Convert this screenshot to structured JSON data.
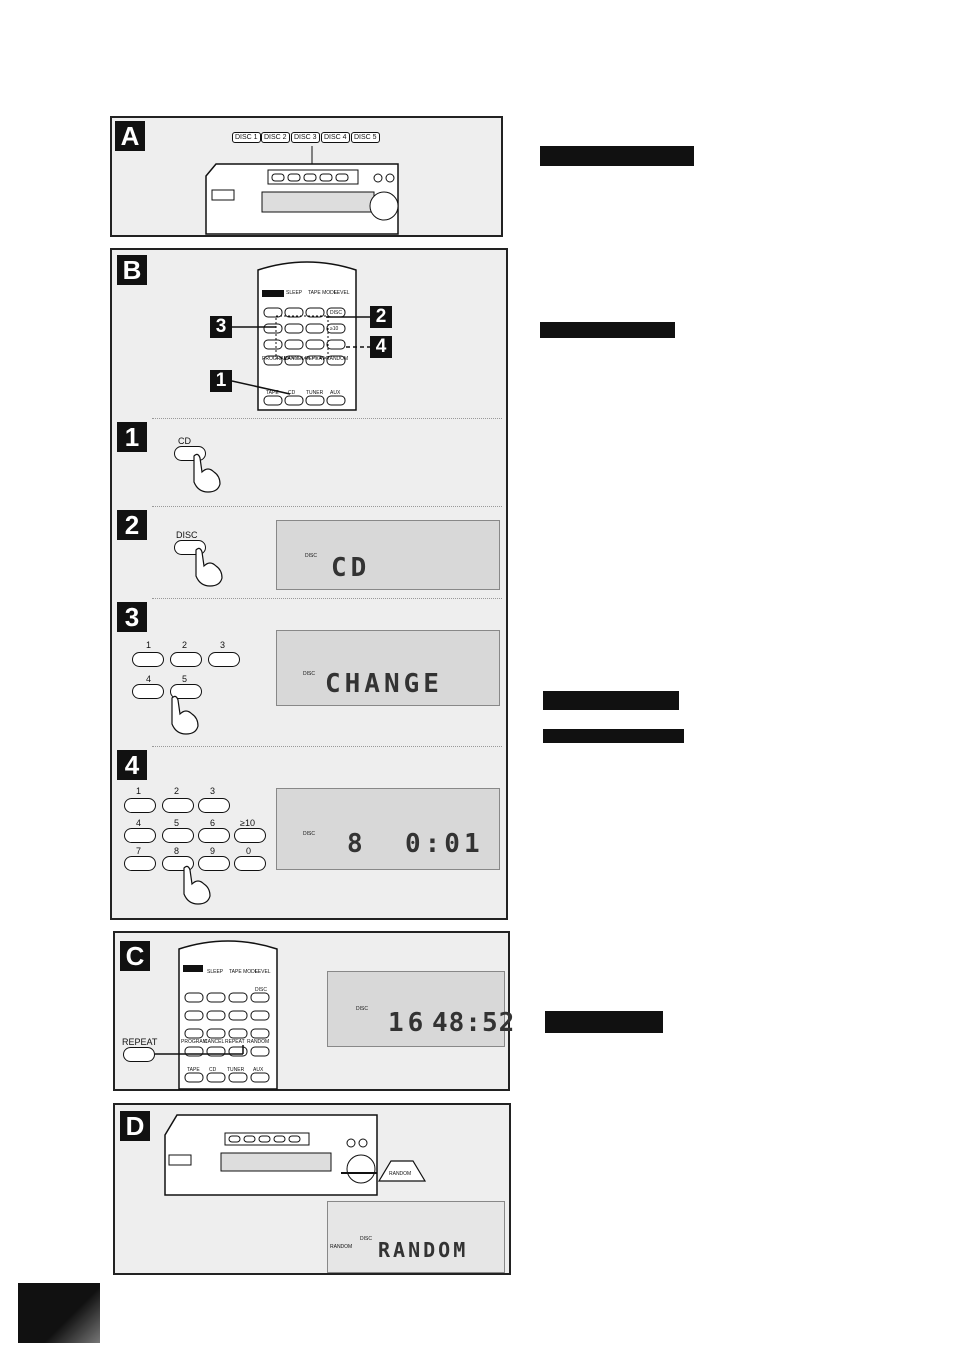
{
  "panels": {
    "a": {
      "badge": "A",
      "disc_buttons": [
        "DISC 1",
        "DISC 2",
        "DISC 3",
        "DISC 4",
        "DISC 5"
      ]
    },
    "b": {
      "badge": "B",
      "remote_top_labels": [
        "SLEEP",
        "TAPE MODE",
        "LEVEL"
      ],
      "remote_labels": [
        "DISC",
        "≥10",
        "PROGRAM",
        "CANCEL",
        "REPEAT",
        "RANDOM",
        "TAPE",
        "CD",
        "TUNER",
        "AUX"
      ],
      "callouts": [
        "3",
        "2",
        "4",
        "1"
      ]
    },
    "step1": {
      "badge": "1",
      "button_label": "CD"
    },
    "step2": {
      "badge": "2",
      "button_label": "DISC",
      "lcd_disc": "DISC",
      "lcd_text": "CD"
    },
    "step3": {
      "badge": "3",
      "keys": [
        "1",
        "2",
        "3",
        "4",
        "5"
      ],
      "lcd_disc": "DISC",
      "lcd_text": "CHANGE"
    },
    "step4": {
      "badge": "4",
      "keys": [
        "1",
        "2",
        "3",
        "4",
        "5",
        "6",
        "≥10",
        "7",
        "8",
        "9",
        "0"
      ],
      "lcd_disc": "DISC",
      "lcd_track": "8",
      "lcd_time": "0:01"
    },
    "c": {
      "badge": "C",
      "repeat_label": "REPEAT",
      "lcd_disc": "DISC",
      "lcd_track": "16",
      "lcd_time": "48:52",
      "remote_labels": [
        "SLEEP",
        "TAPE MODE",
        "LEVEL",
        "DISC",
        "PROGRAM",
        "CANCEL",
        "REPEAT",
        "RANDOM",
        "TAPE",
        "CD",
        "TUNER",
        "AUX"
      ]
    },
    "d": {
      "badge": "D",
      "random_button": "RANDOM",
      "lcd_random": "RANDOM",
      "lcd_disc": "DISC",
      "lcd_text": "RANDOM"
    }
  },
  "colors": {
    "ink": "#111111",
    "panel_bg": "#eeeeee",
    "lcd_bg": "#d8d8d8"
  }
}
